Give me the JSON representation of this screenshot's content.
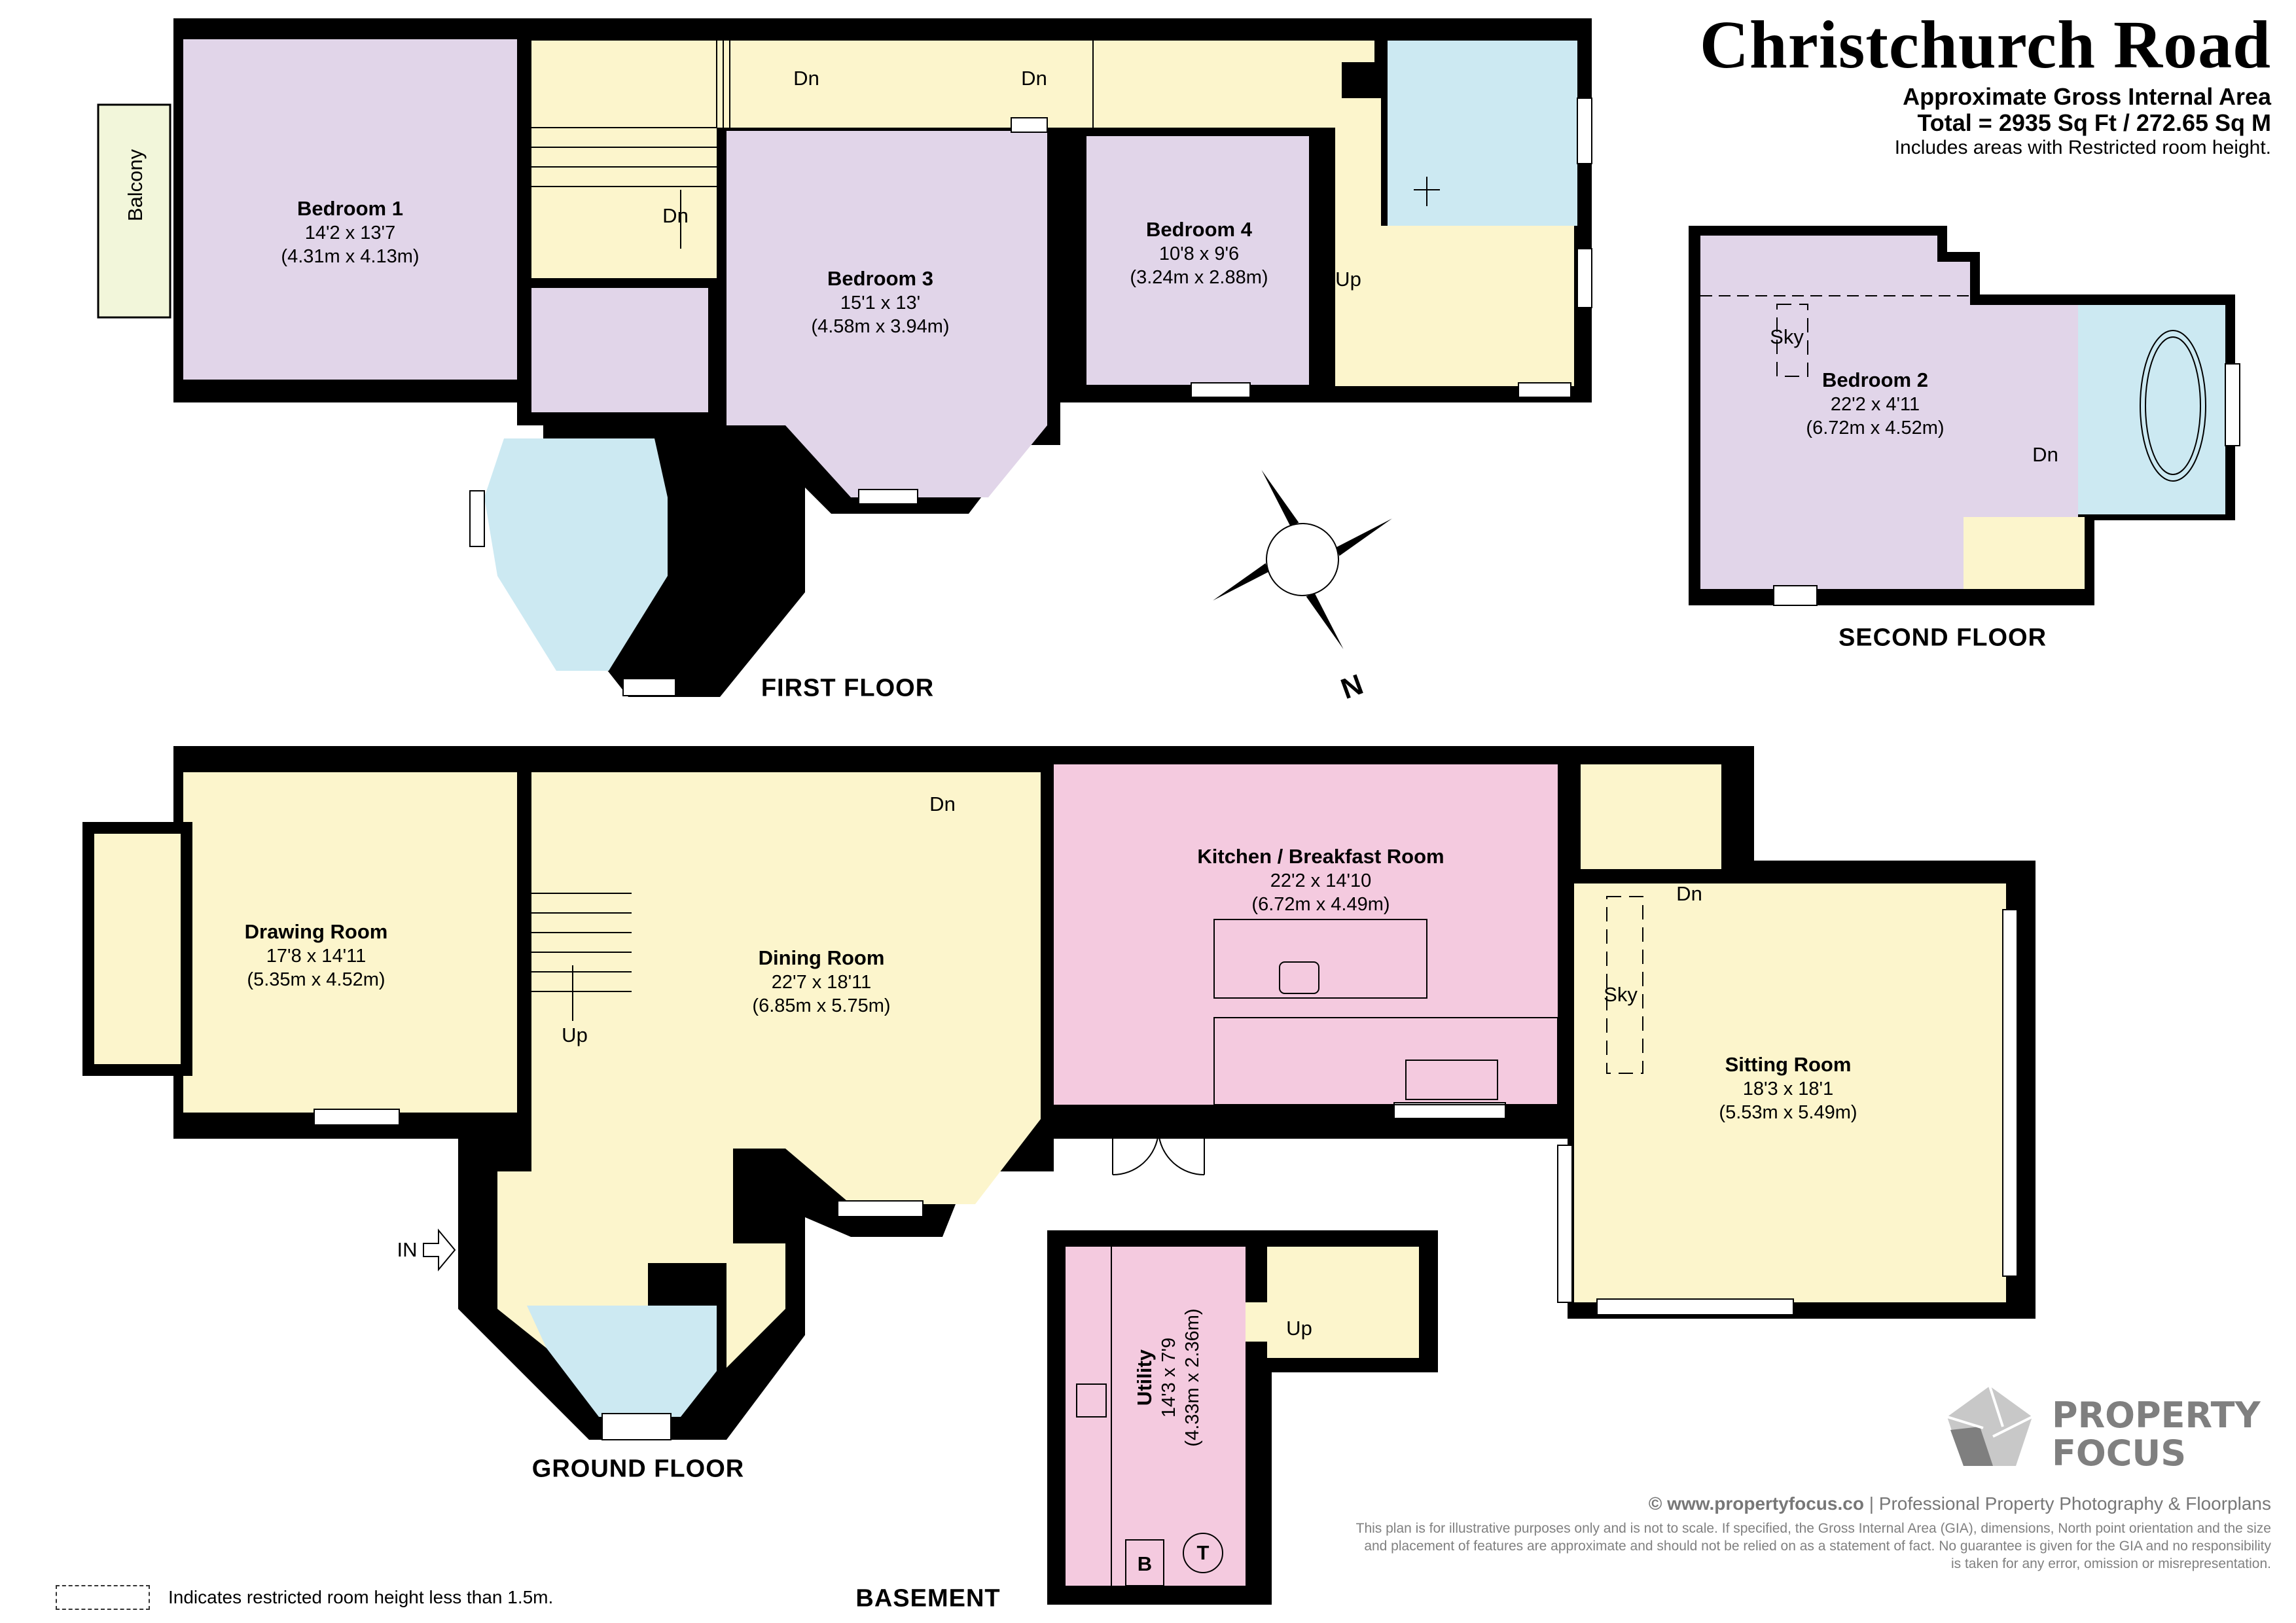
{
  "header": {
    "title": "Christchurch Road",
    "subtitle": "Approximate Gross Internal Area",
    "total_area": "Total = 2935 Sq Ft / 272.65 Sq M",
    "note": "Includes areas with Restricted room height."
  },
  "colors": {
    "bedroom": "#e1d5e9",
    "circulation": "#fcf5cc",
    "bathroom": "#cce9f2",
    "kitchen": "#f4cadf",
    "balcony": "#f2f6da",
    "wall": "#000000",
    "footer_text": "#808080"
  },
  "floors": {
    "first": {
      "label": "FIRST FLOOR",
      "rooms": [
        {
          "name": "Bedroom 1",
          "imperial": "14'2 x 13'7",
          "metric": "(4.31m x 4.13m)"
        },
        {
          "name": "Bedroom 3",
          "imperial": "15'1 x 13'",
          "metric": "(4.58m x 3.94m)"
        },
        {
          "name": "Bedroom 4",
          "imperial": "10'8 x 9'6",
          "metric": "(3.24m x 2.88m)"
        }
      ],
      "annotations": {
        "balcony": "Balcony",
        "dn_left": "Dn",
        "dn_mid": "Dn",
        "dn_stairs": "Dn",
        "up": "Up"
      }
    },
    "second": {
      "label": "SECOND FLOOR",
      "rooms": [
        {
          "name": "Bedroom 2",
          "imperial": "22'2 x 4'11",
          "metric": "(6.72m x 4.52m)"
        }
      ],
      "annotations": {
        "sky": "Sky",
        "dn": "Dn"
      }
    },
    "ground": {
      "label": "GROUND FLOOR",
      "rooms": [
        {
          "name": "Drawing Room",
          "imperial": "17'8 x 14'11",
          "metric": "(5.35m x 4.52m)"
        },
        {
          "name": "Dining Room",
          "imperial": "22'7 x 18'11",
          "metric": "(6.85m x 5.75m)"
        },
        {
          "name": "Kitchen / Breakfast Room",
          "imperial": "22'2 x 14'10",
          "metric": "(6.72m x 4.49m)"
        },
        {
          "name": "Sitting Room",
          "imperial": "18'3 x 18'1",
          "metric": "(5.53m x 5.49m)"
        }
      ],
      "annotations": {
        "up": "Up",
        "dn_dining": "Dn",
        "dn_sitting": "Dn",
        "sky": "Sky",
        "entrance": "IN"
      }
    },
    "basement": {
      "label": "BASEMENT",
      "rooms": [
        {
          "name": "Utility",
          "imperial": "14'3 x 7'9",
          "metric": "(4.33m x 2.36m)"
        }
      ],
      "annotations": {
        "up": "Up",
        "boiler": "B",
        "tank": "T"
      }
    }
  },
  "compass": {
    "label": "N"
  },
  "legend": {
    "text": "Indicates restricted room height less than 1.5m."
  },
  "footer": {
    "website": "© www.propertyfocus.co",
    "tagline": " | Professional Property Photography & Floorplans",
    "disclaimer": "This plan is for illustrative purposes only and is not to scale. If specified, the Gross Internal Area (GIA), dimensions, North point orientation and the size and placement of features are approximate and should not be relied on as a statement of fact. No guarantee is given for the GIA and no responsibility is taken for any error, omission or misrepresentation."
  },
  "logo": {
    "line1": "PROPERTY",
    "line2": "FOCUS"
  }
}
